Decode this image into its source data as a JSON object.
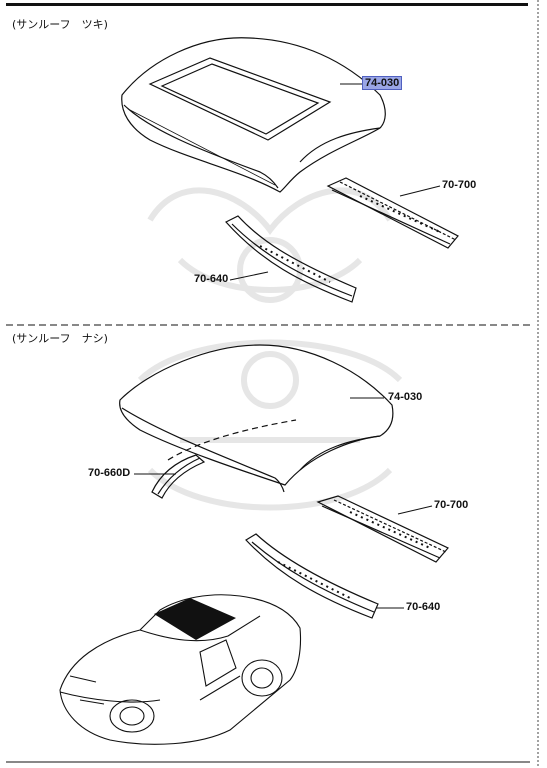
{
  "sections": {
    "with_sunroof": {
      "heading": "(サンルーフ　ツキ)"
    },
    "without_sunroof": {
      "heading": "(サンルーフ　ナシ)"
    }
  },
  "parts": {
    "top_roof_panel": "74-030",
    "top_rear_rail": "70-700",
    "top_front_rail": "70-640",
    "bottom_roof_panel": "74-030",
    "bottom_reinforcement": "70-660D",
    "bottom_rear_rail": "70-700",
    "bottom_front_rail": "70-640"
  },
  "colors": {
    "highlight": "#9aa6e6",
    "line": "#111111",
    "watermark": "#e6e6e6"
  }
}
